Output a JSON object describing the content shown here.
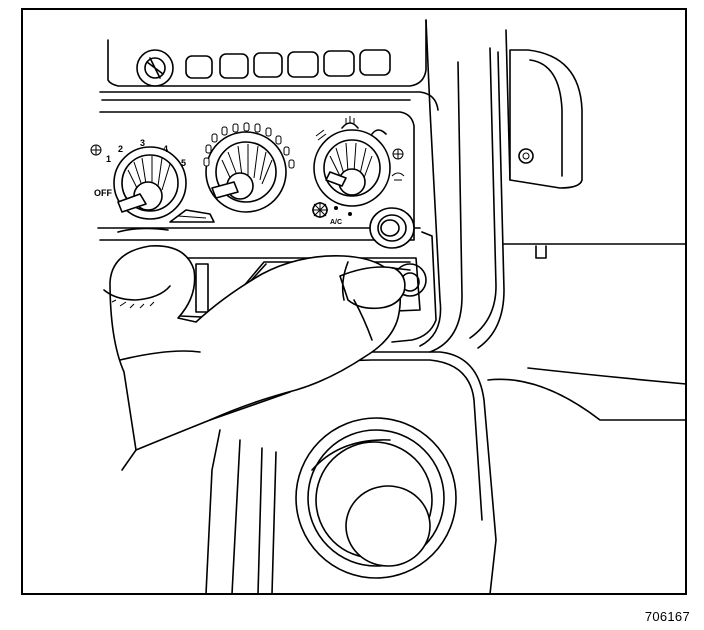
{
  "figure": {
    "id": "706167"
  },
  "hvac_panel": {
    "fan_speed_labels": [
      "1",
      "2",
      "3",
      "4",
      "5"
    ],
    "fan_off_label": "OFF",
    "ac_label": "A/C"
  }
}
